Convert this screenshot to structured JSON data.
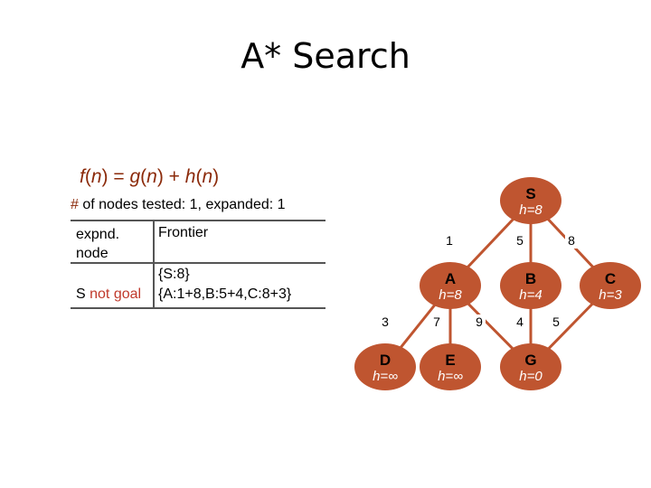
{
  "title": "A* Search",
  "formula": {
    "f": "f",
    "g": "g",
    "h": "h",
    "n": "n"
  },
  "counts": {
    "prefix": "#",
    "text": " of nodes tested: 1, expanded: 1"
  },
  "table": {
    "col1_header_line1": "expnd.",
    "col1_header_line2": "node",
    "col2_header": "Frontier",
    "rows": [
      {
        "node": "",
        "status": "",
        "frontier": "{S:8}"
      },
      {
        "node": "S",
        "status": "not goal",
        "frontier": "{A:1+8,B:5+4,C:8+3}"
      }
    ]
  },
  "graph": {
    "nodes": [
      {
        "id": "S",
        "label": "S",
        "h": "h=8"
      },
      {
        "id": "A",
        "label": "A",
        "h": "h=8"
      },
      {
        "id": "B",
        "label": "B",
        "h": "h=4"
      },
      {
        "id": "C",
        "label": "C",
        "h": "h=3"
      },
      {
        "id": "D",
        "label": "D",
        "h": "h=∞"
      },
      {
        "id": "E",
        "label": "E",
        "h": "h=∞"
      },
      {
        "id": "G",
        "label": "G",
        "h": "h=0"
      }
    ],
    "edges": [
      {
        "from": "S",
        "to": "A",
        "cost": "1"
      },
      {
        "from": "S",
        "to": "B",
        "cost": "5"
      },
      {
        "from": "S",
        "to": "C",
        "cost": "8"
      },
      {
        "from": "A",
        "to": "D",
        "cost": "3"
      },
      {
        "from": "A",
        "to": "E",
        "cost": "7"
      },
      {
        "from": "A",
        "to": "G",
        "cost": "9"
      },
      {
        "from": "B",
        "to": "G",
        "cost": "4"
      },
      {
        "from": "C",
        "to": "G",
        "cost": "5"
      }
    ],
    "colors": {
      "node_fill": "#bf5530",
      "edge": "#bf5530"
    }
  }
}
